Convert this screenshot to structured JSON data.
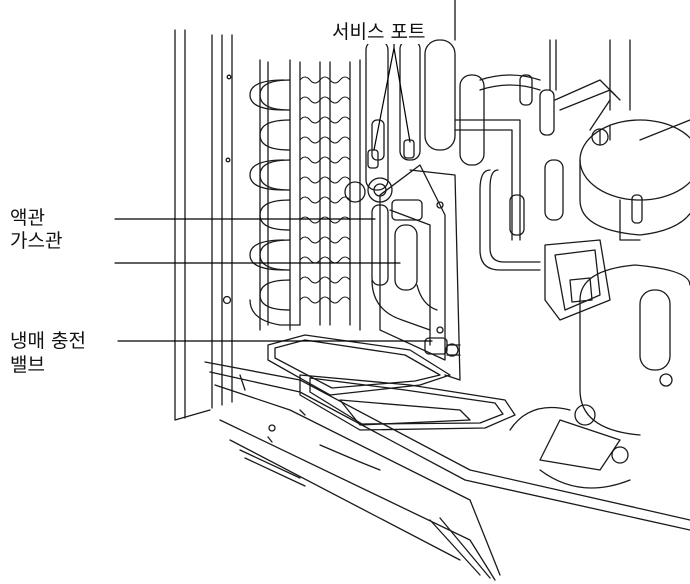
{
  "labels": {
    "service_port": "서비스 포트",
    "liquid_pipe": "액관",
    "gas_pipe": "가스관",
    "charging_valve": "냉매 충전\n밸브"
  },
  "colors": {
    "line": "#1a1a1a",
    "background": "#ffffff"
  }
}
